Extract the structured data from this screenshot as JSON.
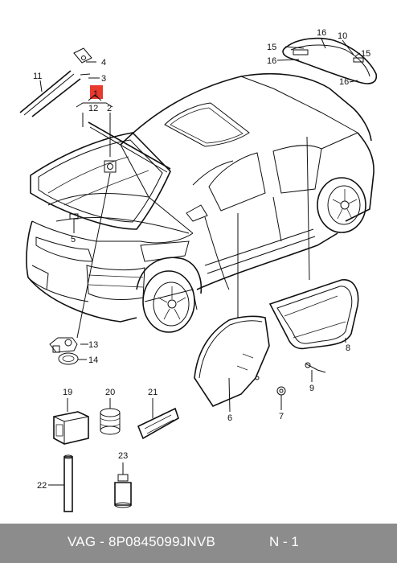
{
  "footer": {
    "part_text": "VAG - 8P0845099JNVB",
    "qty_text": "N - 1"
  },
  "colors": {
    "footer_bg": "#8c8c8c",
    "highlight": "#e8392f",
    "line": "#111111"
  },
  "callouts": {
    "c1": "1",
    "c2": "2",
    "c3": "3",
    "c4": "4",
    "c5": "5",
    "c6": "6",
    "c7": "7",
    "c8": "8",
    "c9": "9",
    "c10": "10",
    "c11": "11",
    "c12": "12",
    "c13": "13",
    "c14": "14",
    "c15a": "15",
    "c15b": "15",
    "c16a": "16",
    "c16b": "16",
    "c16c": "16",
    "c19": "19",
    "c20": "20",
    "c21": "21",
    "c22": "22",
    "c23": "23"
  }
}
